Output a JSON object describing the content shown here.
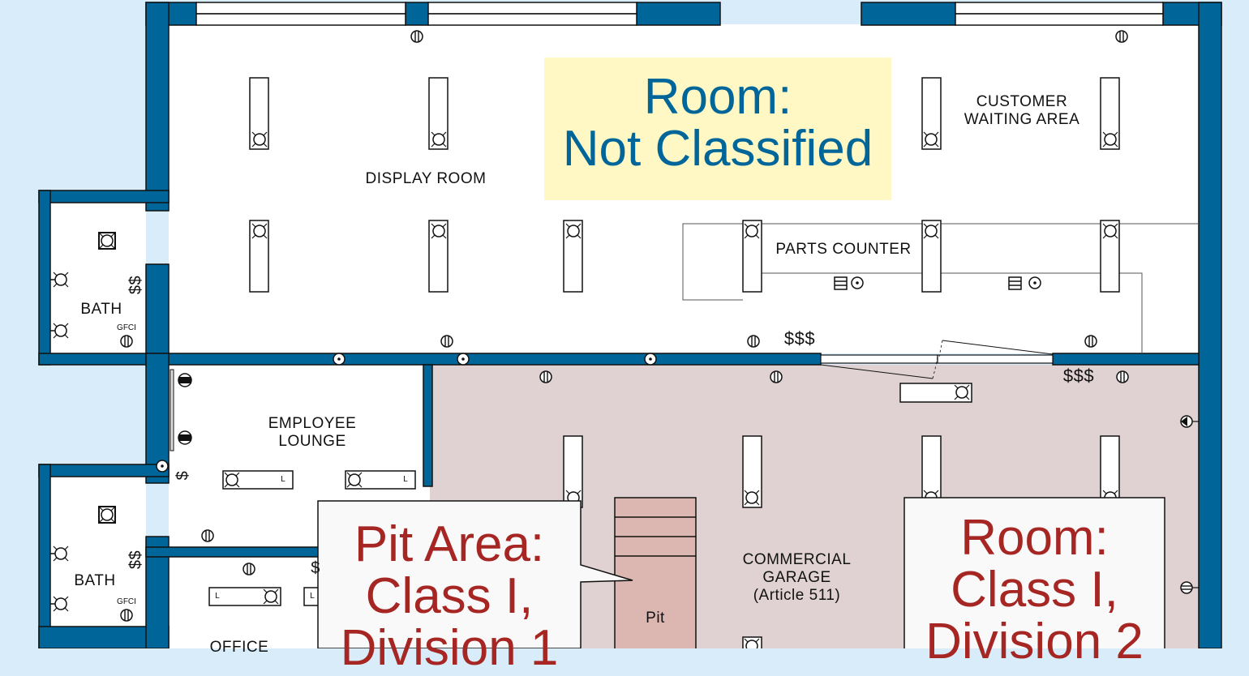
{
  "colors": {
    "background": "#d8ecfa",
    "wall": "#006699",
    "not_classified_box": "#fff8c4",
    "not_classified_text": "#006699",
    "garage_floor": "#e0d2d2",
    "pit_fill": "#dcb6b0",
    "classified_text": "#a52622",
    "callout_fill": "#f9f9f9"
  },
  "rooms": {
    "display_room": "DISPLAY ROOM",
    "customer_waiting": "CUSTOMER\nWAITING AREA",
    "parts_counter": "PARTS COUNTER",
    "bath_upper": "BATH",
    "bath_lower": "BATH",
    "gfci_upper": "GFCI",
    "gfci_lower": "GFCI",
    "employee_lounge": "EMPLOYEE\nLOUNGE",
    "office": "OFFICE",
    "commercial_garage": "COMMERCIAL\nGARAGE\n(Article 511)",
    "pit": "Pit"
  },
  "fixture_marks": {
    "lounge_fixture_1": "L",
    "lounge_fixture_2": "L",
    "office_fixture_1": "L",
    "office_fixture_2": "L"
  },
  "switch_marks": {
    "display_triple": "$$$",
    "garage_triple": "$$$",
    "bath_upper_double": "$$",
    "bath_lower_double": "$$",
    "lounge_single": "$",
    "office_single": "$"
  },
  "classifications": {
    "not_classified": "Room:\nNot Classified",
    "pit_area": "Pit Area:\nClass I,\nDivision 1",
    "garage_room": "Room:\nClass I,\nDivision 2"
  }
}
